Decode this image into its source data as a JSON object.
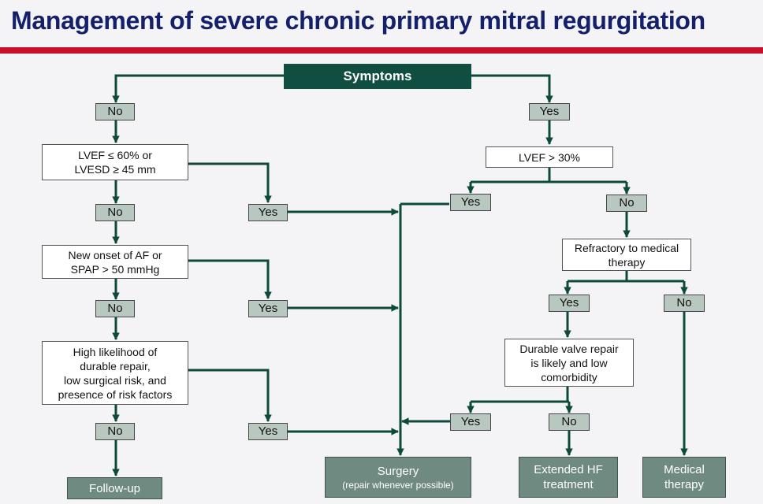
{
  "title": "Management of severe chronic primary mitral regurgitation",
  "accent_colors": {
    "title": "#14206b",
    "rule": "#c8102e",
    "header_box": "#0f4e40",
    "label_box": "#b9c7c1",
    "outcome_box": "#6f8a80"
  },
  "flowchart": {
    "start": "Symptoms",
    "left_branch": {
      "entry_label": "No",
      "criterion_1": "LVEF ≤ 60% or\nLVESD ≥ 45 mm",
      "criterion_1_no": "No",
      "criterion_1_yes": "Yes",
      "criterion_2": "New onset of AF or\nSPAP > 50 mmHg",
      "criterion_2_no": "No",
      "criterion_2_yes": "Yes",
      "criterion_3": "High likelihood of\ndurable repair,\nlow surgical risk, and\npresence of risk factors",
      "criterion_3_no": "No",
      "criterion_3_yes": "Yes",
      "outcome": "Follow-up"
    },
    "right_branch": {
      "entry_label": "Yes",
      "criterion_1": "LVEF > 30%",
      "criterion_1_yes": "Yes",
      "criterion_1_no": "No",
      "criterion_2": "Refractory to medical\ntherapy",
      "criterion_2_yes": "Yes",
      "criterion_2_no": "No",
      "criterion_3": "Durable valve repair\nis likely and low\ncomorbidity",
      "criterion_3_yes": "Yes",
      "criterion_3_no": "No"
    },
    "outcomes": {
      "surgery": "Surgery",
      "surgery_note": "(repair whenever possible)",
      "extended_hf": "Extended HF\ntreatment",
      "medical": "Medical\ntherapy"
    }
  }
}
